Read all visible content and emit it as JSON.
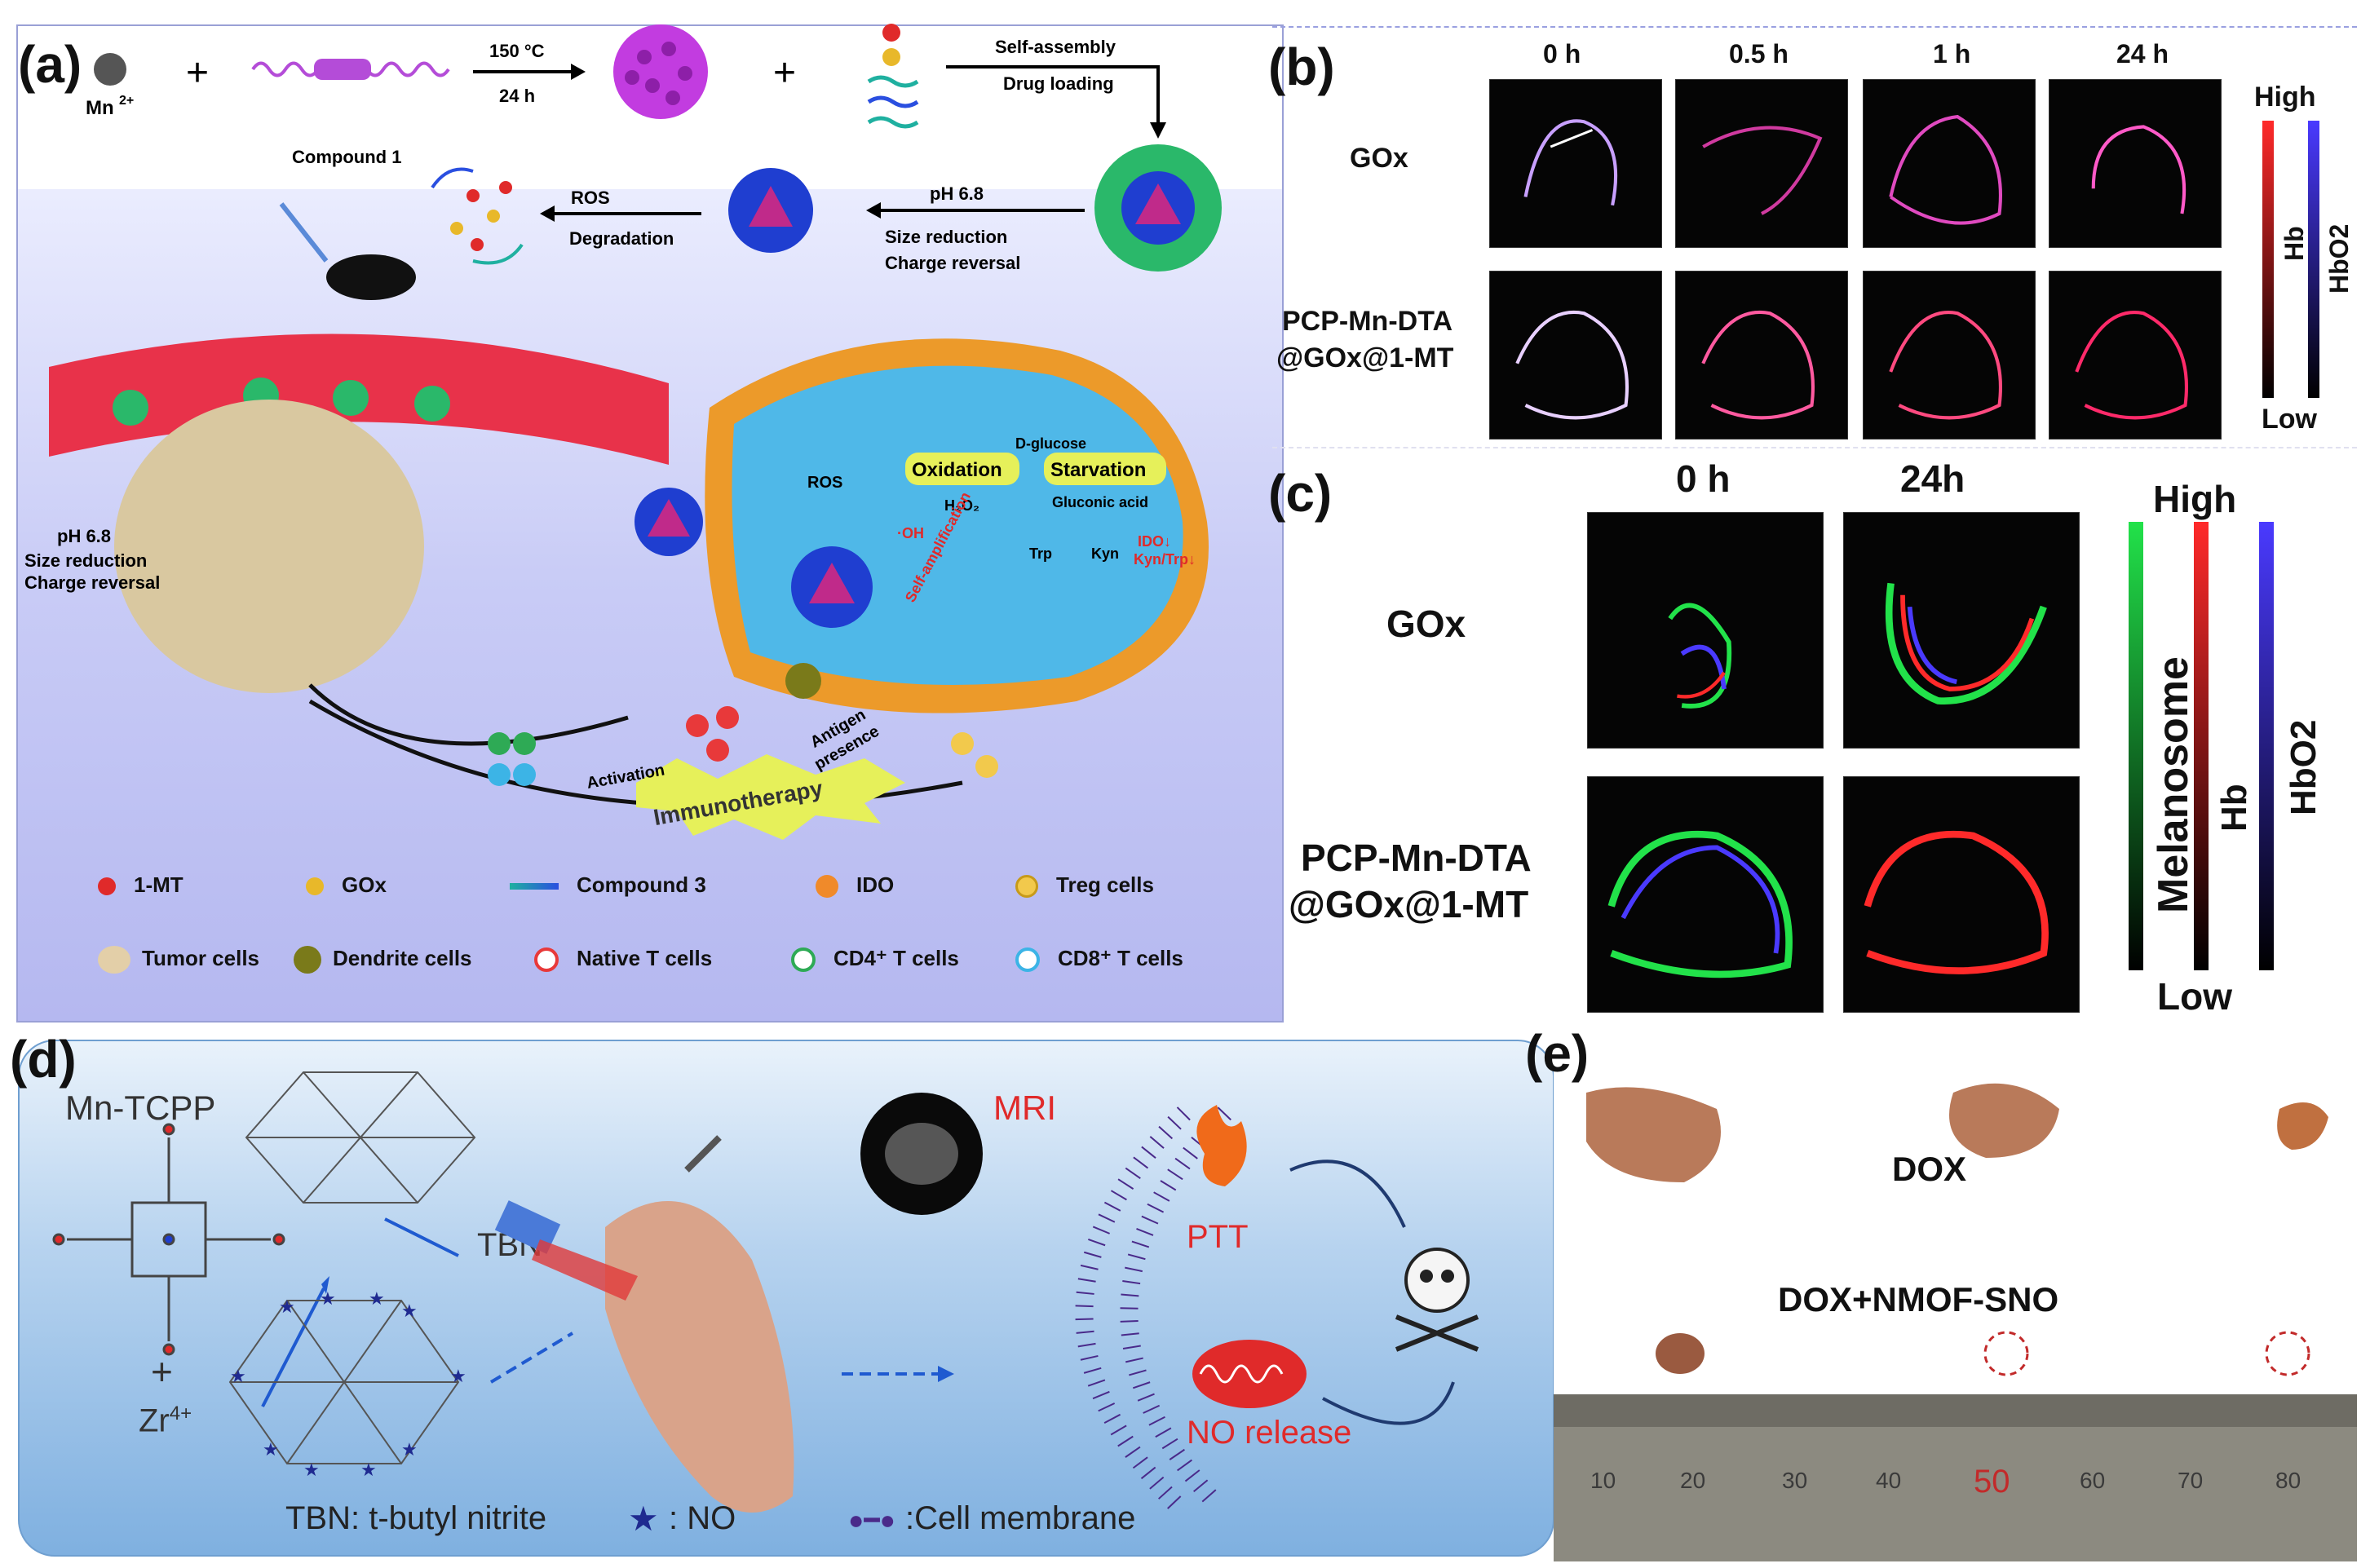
{
  "panels": {
    "a": {
      "label": "(a)",
      "mn": "Mn",
      "mn_charge": "2+",
      "compound1": "Compound 1",
      "step1_top": "150 °C",
      "step1_bottom": "24 h",
      "self_assembly": "Self-assembly",
      "drug_loading": "Drug loading",
      "ros": "ROS",
      "degradation": "Degradation",
      "ph": "pH 6.8",
      "size_reduction": "Size reduction",
      "charge_reversal": "Charge reversal",
      "ph_left": "pH 6.8",
      "size_reduction_left": "Size reduction",
      "charge_reversal_left": "Charge reversal",
      "ros_up": "ROS",
      "oxidation": "Oxidation",
      "starvation": "Starvation",
      "o2": "O",
      "d_glucose": "D-glucose",
      "h2o2": "H",
      "gluconic": "Gluconic acid",
      "oh": "OH",
      "self_amplification": "Self-amplification",
      "trp": "Trp",
      "kyn": "Kyn",
      "ido": "IDO",
      "kyn_trp": "Kyn/Trp",
      "antigen": "Antigen presence",
      "activation": "Activation",
      "immunotherapy": "Immunotherapy",
      "legend": [
        {
          "icon": "1-mt-dot",
          "text": "1-MT",
          "color": "#e02a2a"
        },
        {
          "icon": "gox-dot",
          "text": "GOx",
          "color": "#e8b82a"
        },
        {
          "icon": "compound3-wave",
          "text": "Compound 3",
          "color": "#1fb0a0"
        },
        {
          "icon": "ido-blob",
          "text": "IDO",
          "color": "#f08a2a"
        },
        {
          "icon": "treg-cell",
          "text": "Treg cells",
          "color": "#f2c94c"
        },
        {
          "icon": "tumor-cell",
          "text": "Tumor cells",
          "color": "#e3cfa8"
        },
        {
          "icon": "dendrite-cell",
          "text": "Dendrite cells",
          "color": "#7a7a1a"
        },
        {
          "icon": "native-t-cell",
          "text": "Native T cells",
          "color": "#e8393a"
        },
        {
          "icon": "cd4-t-cell",
          "text": "CD4⁺ T cells",
          "color": "#2eaa55"
        },
        {
          "icon": "cd8-t-cell",
          "text": "CD8⁺ T cells",
          "color": "#3cb4e6"
        }
      ]
    },
    "b": {
      "label": "(b)",
      "times": [
        "0 h",
        "0.5 h",
        "1 h",
        "24 h"
      ],
      "rows": [
        "GOx",
        "PCP-Mn-DTA",
        "@GOx@1-MT"
      ],
      "high": "High",
      "low": "Low",
      "hb": "Hb",
      "hbo2": "HbO2"
    },
    "c": {
      "label": "(c)",
      "times": [
        "0 h",
        "24h"
      ],
      "rows": [
        "GOx",
        "PCP-Mn-DTA",
        "@GOx@1-MT"
      ],
      "high": "High",
      "low": "Low",
      "melanosome": "Melanosome",
      "hb": "Hb",
      "hbo2": "HbO2"
    },
    "d": {
      "label": "(d)",
      "mn_tcpp": "Mn-TCPP",
      "tbn": "TBN",
      "mri": "MRI",
      "ptt": "PTT",
      "no_release": "NO release",
      "zr": "Zr",
      "zr_charge": "4+",
      "plus": "+",
      "footer_tbn": "TBN: t-butyl nitrite",
      "footer_no": ": NO",
      "footer_membrane": ":Cell membrane"
    },
    "e": {
      "label": "(e)",
      "dox": "DOX",
      "dox_nmof": "DOX+NMOF-SNO",
      "ruler_marks": [
        "10",
        "20",
        "30",
        "40",
        "50",
        "60",
        "70",
        "80"
      ]
    }
  },
  "colors": {
    "hb_gradient_top": "#ff2a2a",
    "hbo2_gradient_top": "#4a3aff",
    "melanosome_top": "#22e24a",
    "panel_d_bg": "#b7d3ef"
  }
}
